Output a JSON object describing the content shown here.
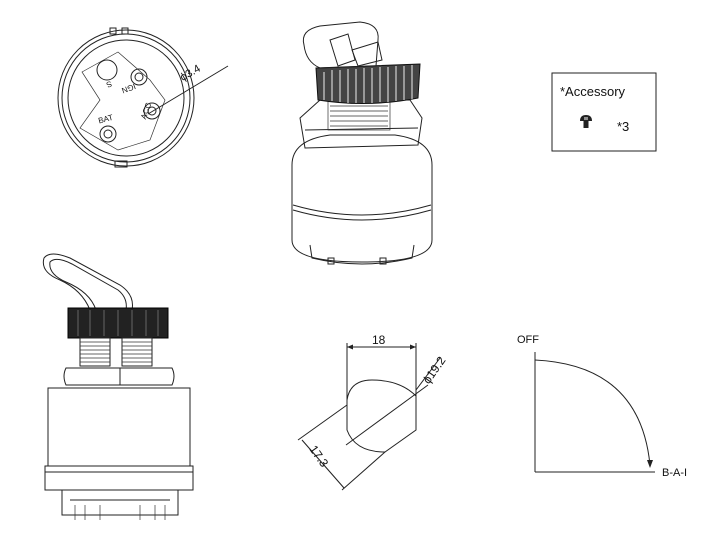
{
  "terminal_view": {
    "dimension": "ϕ3.4",
    "labels": {
      "s": "S",
      "ign": "IGN",
      "acc": "ACC",
      "bat": "BAT"
    }
  },
  "accessory": {
    "title": "*Accessory",
    "quantity": "*3",
    "icon": "screw-icon"
  },
  "cutout": {
    "width": "18",
    "diameter": "ϕ19.2",
    "flat": "17.3"
  },
  "rotation": {
    "start": "OFF",
    "end": "B-A-I"
  }
}
